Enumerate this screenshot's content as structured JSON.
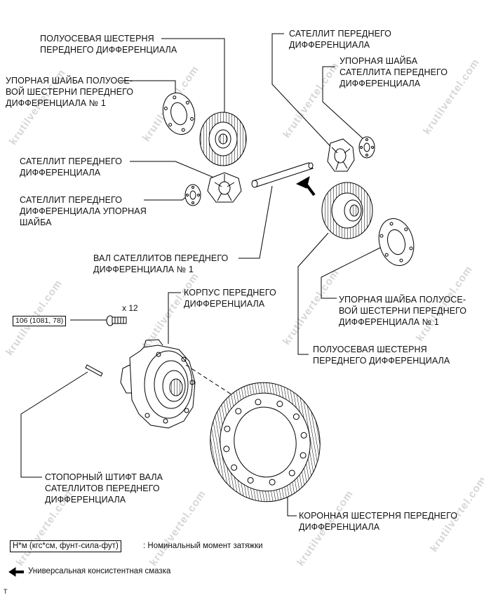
{
  "labels": {
    "side_gear_top": "ПОЛУОСЕВАЯ ШЕСТЕРНЯ\nПЕРЕДНЕГО ДИФФЕРЕНЦИАЛА",
    "thrust_washer_left": "УПОРНАЯ ШАЙБА ПОЛУОСЕ-\nВОЙ ШЕСТЕРНИ ПЕРЕДНЕГО\nДИФФЕРЕНЦИАЛА № 1",
    "pinion_left": "САТЕЛЛИТ ПЕРЕДНЕГО\nДИФФЕРЕНЦИАЛА",
    "pinion_washer_left": "САТЕЛЛИТ ПЕРЕДНЕГО\nДИФФЕРЕНЦИАЛА УПОРНАЯ\nШАЙБА",
    "pinion_shaft": "ВАЛ САТЕЛЛИТОВ ПЕРЕДНЕГО\nДИФФЕРЕНЦИАЛА № 1",
    "pinion_right": "САТЕЛЛИТ ПЕРЕДНЕГО\nДИФФЕРЕНЦИАЛА",
    "pinion_washer_right": "УПОРНАЯ ШАЙБА\nСАТЕЛЛИТА ПЕРЕДНЕГО\nДИФФЕРЕНЦИАЛА",
    "thrust_washer_right": "УПОРНАЯ ШАЙБА ПОЛУОСЕ-\nВОЙ ШЕСТЕРНИ ПЕРЕДНЕГО\nДИФФЕРЕНЦИАЛА № 1",
    "side_gear_bottom": "ПОЛУОСЕВАЯ ШЕСТЕРНЯ\nПЕРЕДНЕГО ДИФФЕРЕНЦИАЛА",
    "case": "КОРПУС ПЕРЕДНЕГО\nДИФФЕРЕНЦИАЛА",
    "lock_pin": "СТОПОРНЫЙ ШТИФТ ВАЛА\nСАТЕЛЛИТОВ ПЕРЕДНЕГО\nДИФФЕРЕНЦИАЛА",
    "ring_gear": "КОРОННАЯ ШЕСТЕРНЯ ПЕРЕДНЕГО\nДИФФЕРЕНЦИАЛА"
  },
  "torque_value": "106 (1081, 78)",
  "bolt_count": "x 12",
  "legend": {
    "torque_box": "Н*м (кгс*см, фунт-сила-фут)",
    "torque_text": ": Номинальный момент затяжки",
    "grease_text": "Универсальная консистентная смазка"
  },
  "corner_mark": "T",
  "watermark": "krutilvertel.com",
  "colors": {
    "line": "#000000",
    "watermark": "#d6d6d6"
  }
}
